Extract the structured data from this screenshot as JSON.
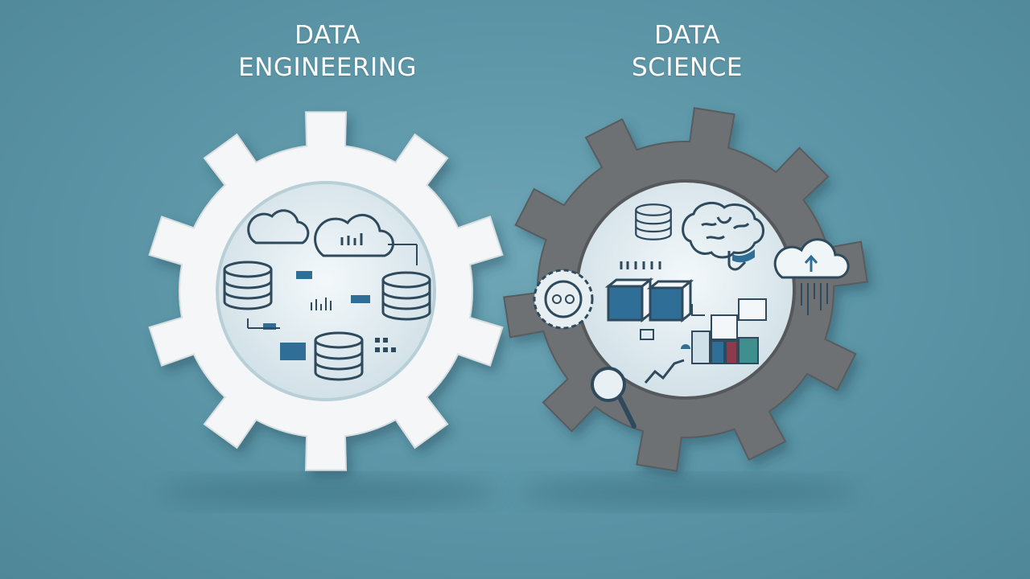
{
  "left_panel": {
    "title_line1": "DATA",
    "title_line2": "ENGINEERING"
  },
  "right_panel": {
    "title_line1": "DATA",
    "title_line2": "SCIENCE"
  },
  "colors": {
    "background": "#5d97a8",
    "gear_left": "#f4f6f7",
    "gear_right": "#6e7173",
    "window": "#e2edf1",
    "line": "#2e4a5c",
    "accent": "#2f6e96"
  },
  "icons": {
    "left_gear": [
      "cloud-icon",
      "cloud-bar-chart-icon",
      "database-icon",
      "database-icon",
      "database-icon",
      "data-block-icon"
    ],
    "right_gear": [
      "database-icon",
      "brain-icon",
      "cloud-upload-icon",
      "gear-badge-icon",
      "cube-icon",
      "cube-icon",
      "bar-chart-icon",
      "magnifier-icon",
      "trend-line-icon"
    ]
  }
}
